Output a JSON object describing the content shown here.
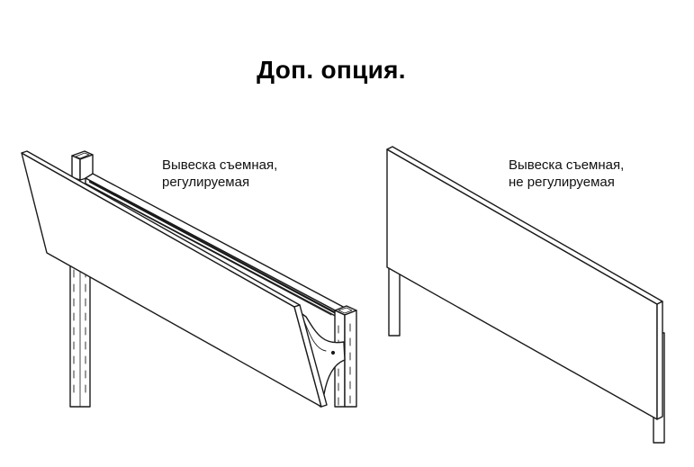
{
  "title": "Доп. опция.",
  "options": [
    {
      "caption_line1": "Вывеска съемная,",
      "caption_line2": "регулируемая"
    },
    {
      "caption_line1": "Вывеска съемная,",
      "caption_line2": "не регулируемая"
    }
  ],
  "colors": {
    "line": "#1a1a1a",
    "background": "#ffffff"
  }
}
